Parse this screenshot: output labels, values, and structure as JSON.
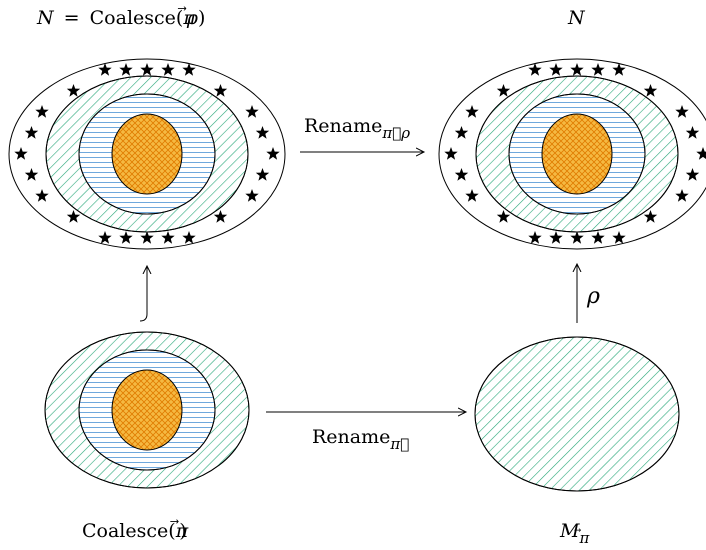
{
  "labels": {
    "top_left": {
      "lhs": "N",
      "eq": "=",
      "fn": "Coalesce(",
      "pi": "π",
      "arrow": "⃗",
      "rho": "ρ",
      "close": ")"
    },
    "top_right": {
      "text": "N"
    },
    "bottom_left": {
      "fn": "Coalesce(",
      "pi": "π",
      "arrow": "⃗",
      "close": ")"
    },
    "bottom_right": {
      "main": "M",
      "sub_pi": "π",
      "sub_arrow": "⃗"
    },
    "arrow_top": {
      "main": "Rename",
      "sub": "π⃗ρ"
    },
    "arrow_bottom": {
      "main": "Rename",
      "sub": "π⃗"
    },
    "arrow_right": {
      "text": "ρ"
    }
  },
  "colors": {
    "green_hatch": "#2aa87a",
    "blue_lines": "#6fa8dc",
    "orange_fill": "#f5b942",
    "orange_cross": "#e07b00",
    "stroke": "#000000"
  },
  "icons": {
    "star": "star-icon",
    "hook_arrow": "hook-arrow-icon",
    "arrow": "right-arrow-icon"
  }
}
